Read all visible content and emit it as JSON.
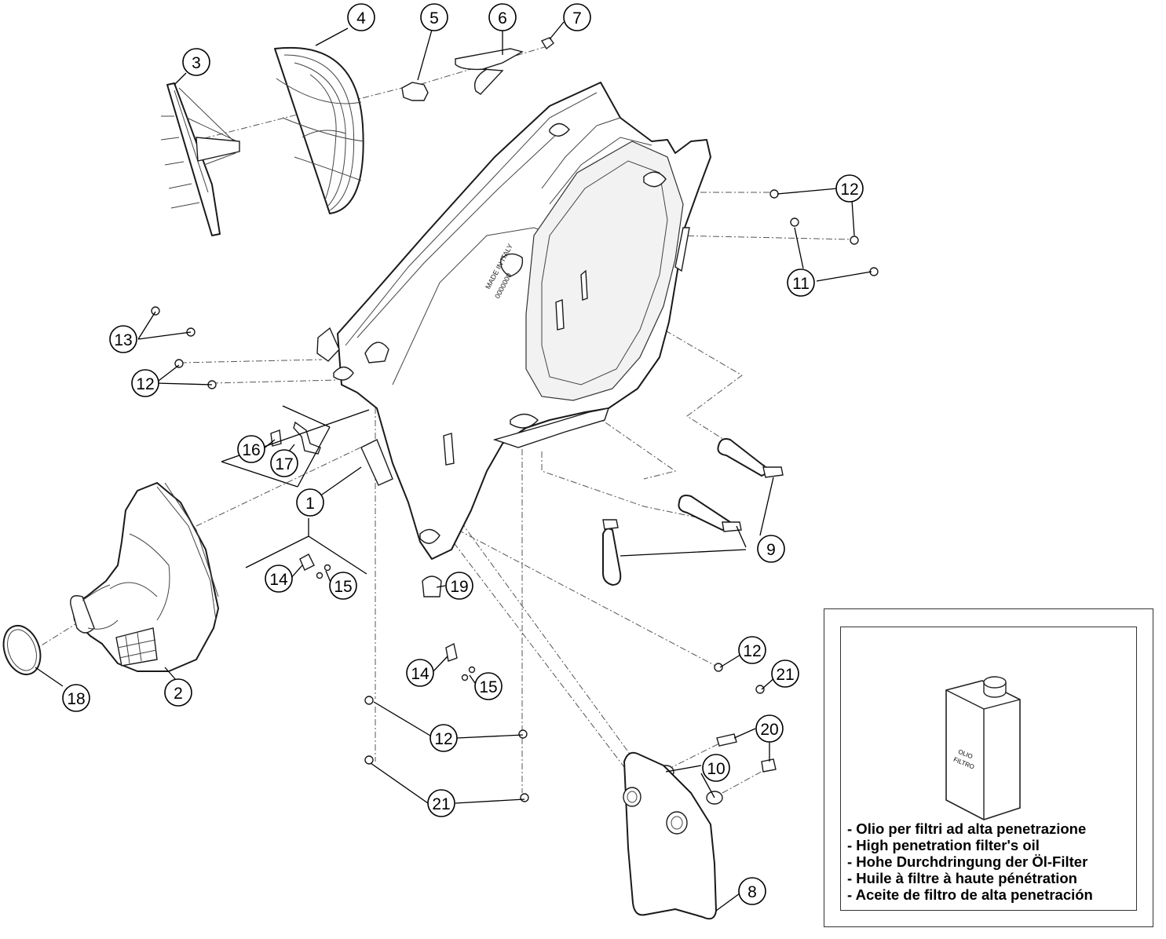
{
  "callouts": [
    "1",
    "2",
    "3",
    "4",
    "5",
    "6",
    "7",
    "8",
    "9",
    "10",
    "11",
    "12",
    "13",
    "14",
    "15",
    "16",
    "17",
    "18",
    "19",
    "20",
    "21"
  ],
  "can": {
    "label_line1": "OLIO",
    "label_line2": "FILTRO"
  },
  "embossed": {
    "line1": "MADE IN ITALY",
    "line2": "0000000"
  },
  "oil_note": {
    "lines": [
      "- Olio per filtri ad alta penetrazione",
      "- High penetration filter's oil",
      "- Hohe Durchdringung der Öl-Filter",
      "- Huile à filtre à haute pénétration",
      "- Aceite de filtro de alta penetración"
    ]
  }
}
